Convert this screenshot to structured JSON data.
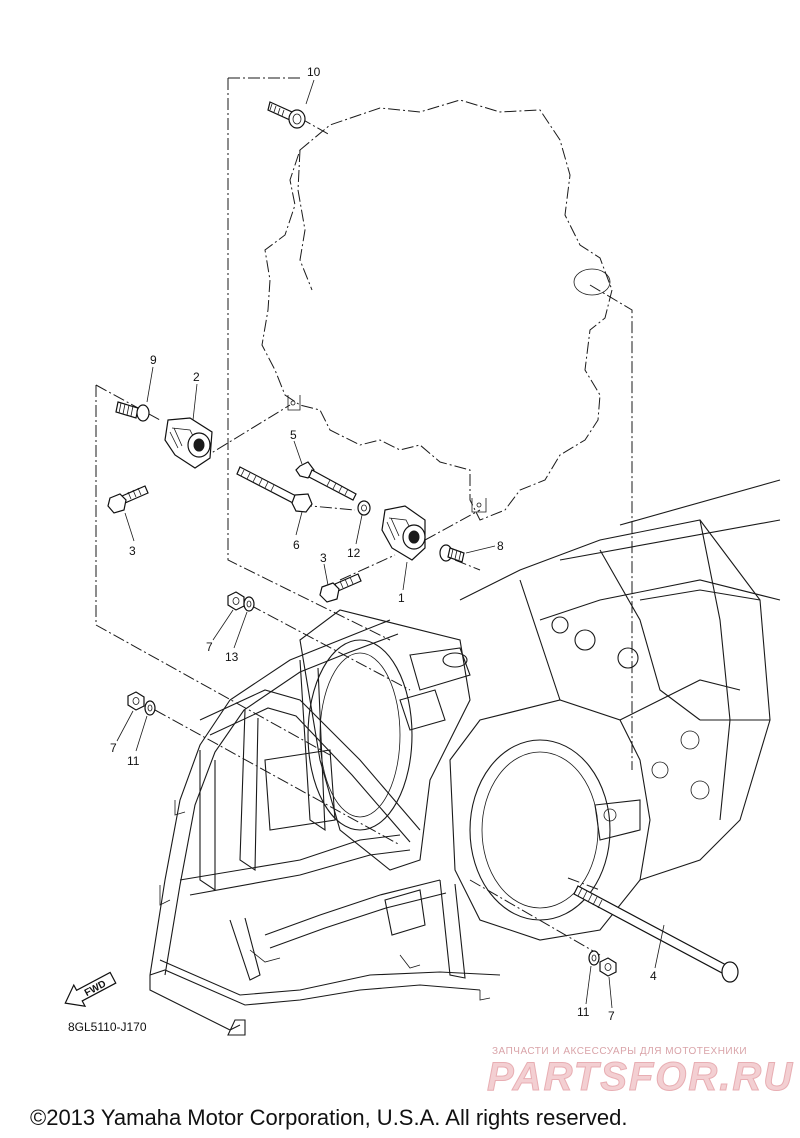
{
  "callouts": {
    "c1": "1",
    "c2": "2",
    "c3a": "3",
    "c3b": "3",
    "c4": "4",
    "c5": "5",
    "c6": "6",
    "c7a": "7",
    "c7b": "7",
    "c7c": "7",
    "c8": "8",
    "c9": "9",
    "c10": "10",
    "c11a": "11",
    "c11b": "11",
    "c12": "12",
    "c13": "13"
  },
  "fwd_label": "FWD",
  "diagram_code": "8GL5110-J170",
  "watermark": {
    "tagline": "ЗАПЧАСТИ И АКСЕССУАРЫ ДЛЯ МОТОТЕХНИКИ",
    "logo": "PARTSFOR.RU"
  },
  "copyright": "©2013 Yamaha Motor Corporation, U.S.A. All rights reserved."
}
